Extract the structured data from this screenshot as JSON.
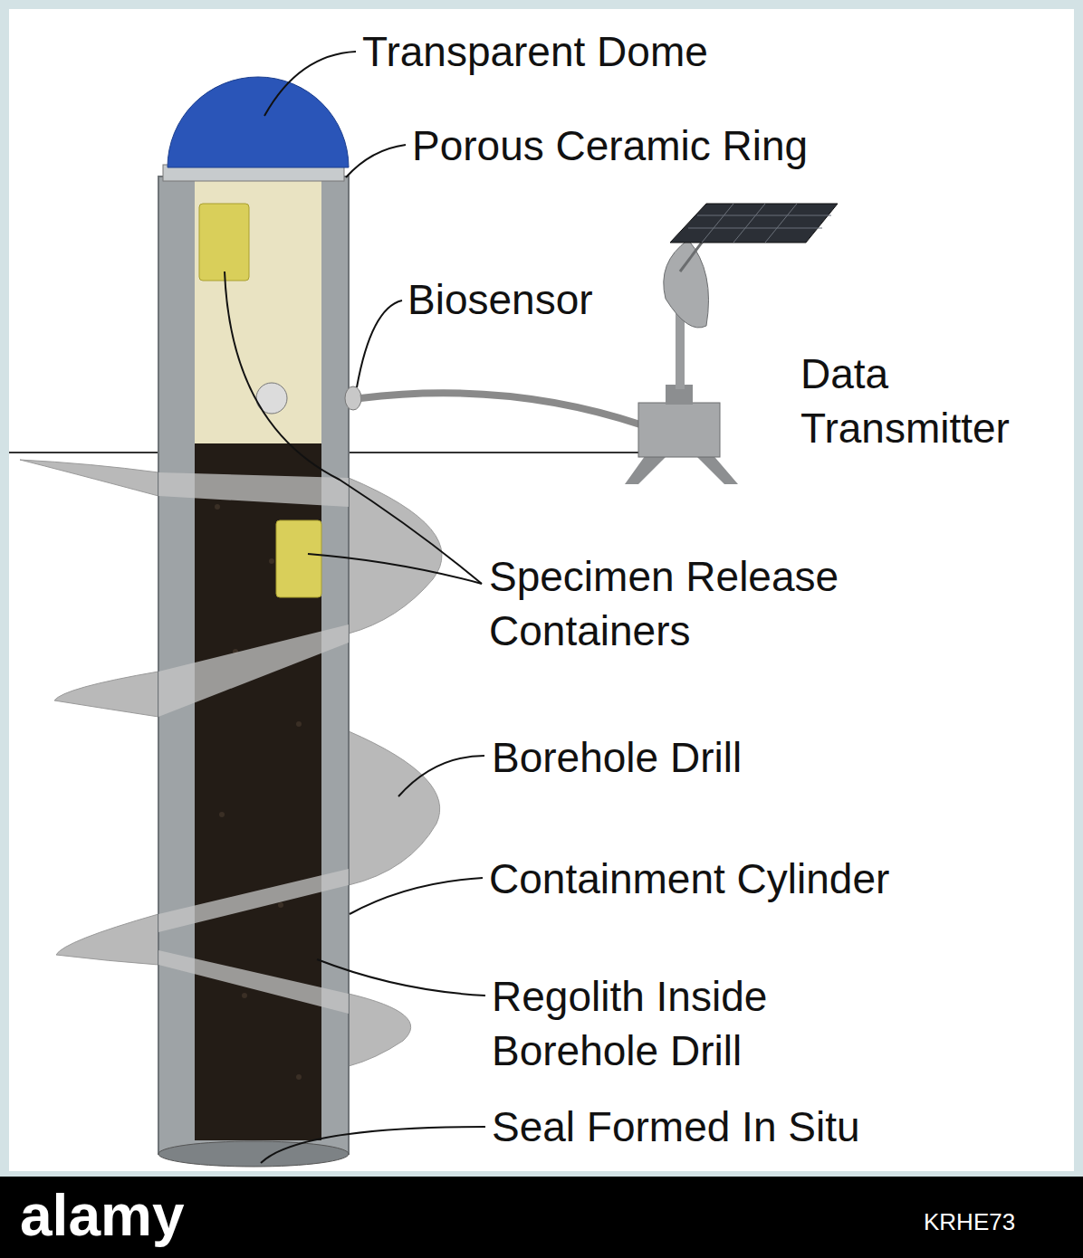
{
  "diagram": {
    "labels": [
      "Transparent Dome",
      "Porous Ceramic Ring",
      "Biosensor",
      "Data Transmitter",
      "Specimen Release Containers",
      "Borehole Drill",
      "Containment Cylinder",
      "Regolith Inside Borehole Drill",
      "Seal Formed In Situ",
      "alamy",
      "KRHE73"
    ]
  }
}
